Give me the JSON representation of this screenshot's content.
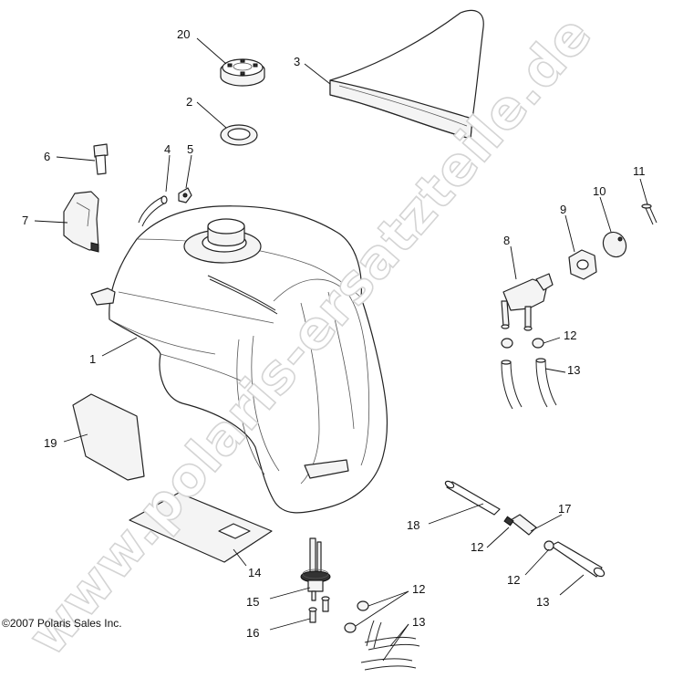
{
  "watermark": "www.polaris-ersatzteile.de",
  "copyright": "©2007 Polaris Sales Inc.",
  "callouts": {
    "c1": "1",
    "c2": "2",
    "c3": "3",
    "c4": "4",
    "c5": "5",
    "c6": "6",
    "c7": "7",
    "c8": "8",
    "c9": "9",
    "c10": "10",
    "c11": "11",
    "c12a": "12",
    "c12b": "12",
    "c12c": "12",
    "c12d": "12",
    "c13a": "13",
    "c13b": "13",
    "c13c": "13",
    "c14": "14",
    "c15": "15",
    "c16": "16",
    "c17": "17",
    "c18": "18",
    "c19": "19",
    "c20": "20"
  }
}
